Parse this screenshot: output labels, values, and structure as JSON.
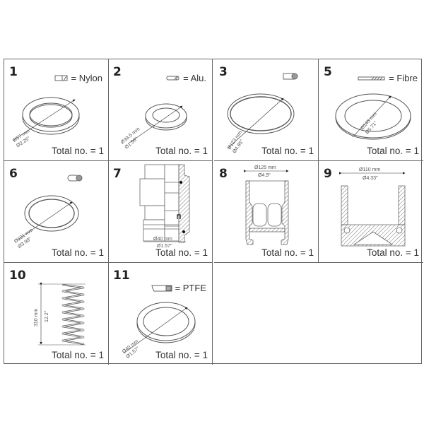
{
  "total_label": "Total no. = 1",
  "cells": [
    {
      "number": "1",
      "material": "= Nylon",
      "dim_mm": "Ø57 mm",
      "dim_in": "Ø2.25\""
    },
    {
      "number": "2",
      "material": "= Alu.",
      "dim_mm": "Ø39.5 mm",
      "dim_in": "Ø1.56\""
    },
    {
      "number": "3",
      "dim_mm": "Ø123 mm",
      "dim_in": "Ø4.85\""
    },
    {
      "number": "5",
      "material": "= Fibre",
      "dim_mm": "Ø145 mm",
      "dim_in": "Ø5.71\""
    },
    {
      "number": "6",
      "dim_mm": "Ø101 mm",
      "dim_in": "Ø3.98\""
    },
    {
      "number": "7",
      "dim_mm": "Ø40 mm",
      "dim_in": "Ø1.57\""
    },
    {
      "number": "8",
      "dim_mm": "Ø125 mm",
      "dim_in": "Ø4.9\""
    },
    {
      "number": "9",
      "dim_mm": "Ø110 mm",
      "dim_in": "Ø4.33\""
    },
    {
      "number": "10",
      "dim_mm": "310 mm",
      "dim_in": "12.2\""
    },
    {
      "number": "11",
      "material": "= PTFE",
      "dim_mm": "Ø40 mm",
      "dim_in": "Ø1.57\""
    }
  ],
  "colors": {
    "line": "#555555",
    "grid": "#666666",
    "text": "#333333"
  }
}
